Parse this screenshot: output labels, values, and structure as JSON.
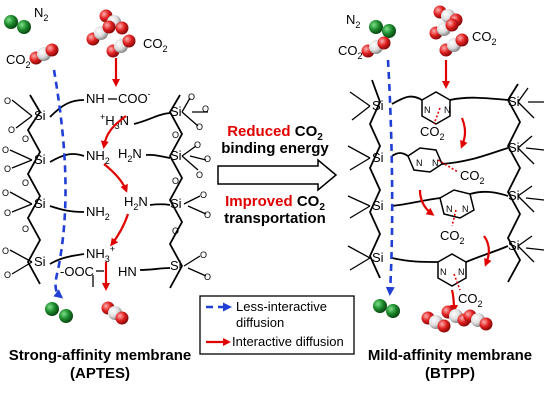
{
  "left": {
    "n2": "N",
    "n2_sub": "2",
    "co2_a": "CO",
    "co2_a_sub": "2",
    "co2_b": "CO",
    "co2_b_sub": "2",
    "si": "Si",
    "o": "O",
    "nh_coo": "NH",
    "coo": "COO",
    "coo_sup": "-",
    "h3n_plus": "+",
    "h3n": "H",
    "h3n_sub": "3",
    "h3n_n": "N",
    "nh2": "NH",
    "nh2_sub": "2",
    "h2n": "H",
    "h2n_sub": "2",
    "h2n_n": "N",
    "nh3": "NH",
    "nh3_sub": "3",
    "nh3_sup": "+",
    "ooc": "-OOC",
    "hn": "HN",
    "caption_line1": "Strong-affinity membrane",
    "caption_line2": "(APTES)"
  },
  "middle": {
    "reduced": "Reduced",
    "reduced_co2": "CO",
    "reduced_co2_sub": "2",
    "binding": "binding energy",
    "improved": "Improved",
    "improved_co2": "CO",
    "improved_co2_sub": "2",
    "transport": "transportation"
  },
  "right": {
    "n2": "N",
    "n2_sub": "2",
    "co2_a": "CO",
    "co2_a_sub": "2",
    "co2_b": "CO",
    "co2_b_sub": "2",
    "n": "N",
    "caption_line1": "Mild-affinity membrane",
    "caption_line2": "(BTPP)"
  },
  "legend": {
    "blue_line1": "Less-interactive",
    "blue_line2": "diffusion",
    "red_line": "Interactive diffusion"
  },
  "colors": {
    "red": "#e00000",
    "blue": "#1f3fd6",
    "n2_green": "#1c8a2c",
    "co2_red": "#e02020",
    "co2_white": "#d8d8d8"
  }
}
